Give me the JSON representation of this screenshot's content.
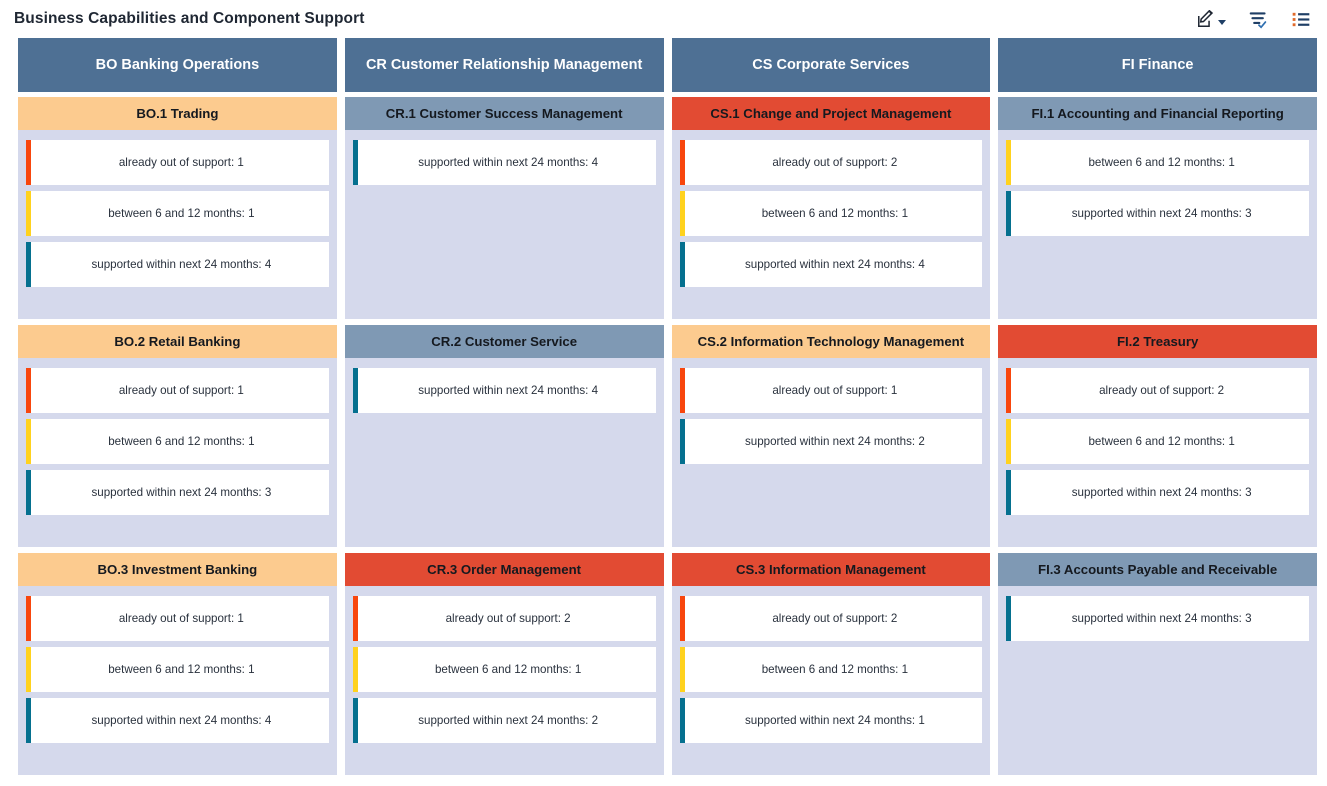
{
  "header": {
    "title": "Business Capabilities and Component Support",
    "actions": [
      {
        "name": "edit-icon",
        "label": "Edit",
        "has_caret": true
      },
      {
        "name": "filter-check-icon",
        "label": "Filter",
        "has_caret": false
      },
      {
        "name": "list-icon",
        "label": "List",
        "has_caret": false
      }
    ]
  },
  "legend_colors": {
    "already_out_of_support": "#F8460D",
    "between_6_and_12_months": "#FFD21E",
    "supported_within_next_24_months": "#05708F",
    "column_header": "#4E7094",
    "card_header_orange": "#FCCB8F",
    "card_header_grey": "#7F99B4",
    "card_header_red": "#E24B33",
    "card_body": "#D5D9EC"
  },
  "columns": [
    {
      "title": "BO Banking Operations",
      "cards": [
        {
          "title": "BO.1 Trading",
          "header_style": "hdr-orange",
          "items": [
            {
              "label": "already out of support: 1",
              "bar": "bar-red"
            },
            {
              "label": "between 6 and 12 months: 1",
              "bar": "bar-yellow"
            },
            {
              "label": "supported within next 24 months: 4",
              "bar": "bar-teal"
            }
          ]
        },
        {
          "title": "BO.2 Retail Banking",
          "header_style": "hdr-orange",
          "items": [
            {
              "label": "already out of support: 1",
              "bar": "bar-red"
            },
            {
              "label": "between 6 and 12 months: 1",
              "bar": "bar-yellow"
            },
            {
              "label": "supported within next 24 months: 3",
              "bar": "bar-teal"
            }
          ]
        },
        {
          "title": "BO.3 Investment Banking",
          "header_style": "hdr-orange",
          "items": [
            {
              "label": "already out of support: 1",
              "bar": "bar-red"
            },
            {
              "label": "between 6 and 12 months: 1",
              "bar": "bar-yellow"
            },
            {
              "label": "supported within next 24 months: 4",
              "bar": "bar-teal"
            }
          ]
        }
      ]
    },
    {
      "title": "CR Customer Relationship Management",
      "cards": [
        {
          "title": "CR.1 Customer Success Management",
          "header_style": "hdr-grey",
          "items": [
            {
              "label": "supported within next 24 months: 4",
              "bar": "bar-teal"
            }
          ]
        },
        {
          "title": "CR.2 Customer Service",
          "header_style": "hdr-grey",
          "items": [
            {
              "label": "supported within next 24 months: 4",
              "bar": "bar-teal"
            }
          ]
        },
        {
          "title": "CR.3 Order Management",
          "header_style": "hdr-red",
          "items": [
            {
              "label": "already out of support: 2",
              "bar": "bar-red"
            },
            {
              "label": "between 6 and 12 months: 1",
              "bar": "bar-yellow"
            },
            {
              "label": "supported within next 24 months: 2",
              "bar": "bar-teal"
            }
          ]
        }
      ]
    },
    {
      "title": "CS Corporate Services",
      "cards": [
        {
          "title": "CS.1 Change and Project Management",
          "header_style": "hdr-red",
          "items": [
            {
              "label": "already out of support: 2",
              "bar": "bar-red"
            },
            {
              "label": "between 6 and 12 months: 1",
              "bar": "bar-yellow"
            },
            {
              "label": "supported within next 24 months: 4",
              "bar": "bar-teal"
            }
          ]
        },
        {
          "title": "CS.2 Information Technology Management",
          "header_style": "hdr-orange",
          "items": [
            {
              "label": "already out of support: 1",
              "bar": "bar-red"
            },
            {
              "label": "supported within next 24 months: 2",
              "bar": "bar-teal"
            }
          ]
        },
        {
          "title": "CS.3 Information Management",
          "header_style": "hdr-red",
          "items": [
            {
              "label": "already out of support: 2",
              "bar": "bar-red"
            },
            {
              "label": "between 6 and 12 months: 1",
              "bar": "bar-yellow"
            },
            {
              "label": "supported within next 24 months: 1",
              "bar": "bar-teal"
            }
          ]
        }
      ]
    },
    {
      "title": "FI Finance",
      "cards": [
        {
          "title": "FI.1 Accounting and Financial Reporting",
          "header_style": "hdr-grey",
          "items": [
            {
              "label": "between 6 and 12 months: 1",
              "bar": "bar-yellow"
            },
            {
              "label": "supported within next 24 months: 3",
              "bar": "bar-teal"
            }
          ]
        },
        {
          "title": "FI.2 Treasury",
          "header_style": "hdr-red",
          "items": [
            {
              "label": "already out of support: 2",
              "bar": "bar-red"
            },
            {
              "label": "between 6 and 12 months: 1",
              "bar": "bar-yellow"
            },
            {
              "label": "supported within next 24 months: 3",
              "bar": "bar-teal"
            }
          ]
        },
        {
          "title": "FI.3 Accounts Payable and Receivable",
          "header_style": "hdr-grey",
          "items": [
            {
              "label": "supported within next 24 months: 3",
              "bar": "bar-teal"
            }
          ]
        }
      ]
    }
  ]
}
